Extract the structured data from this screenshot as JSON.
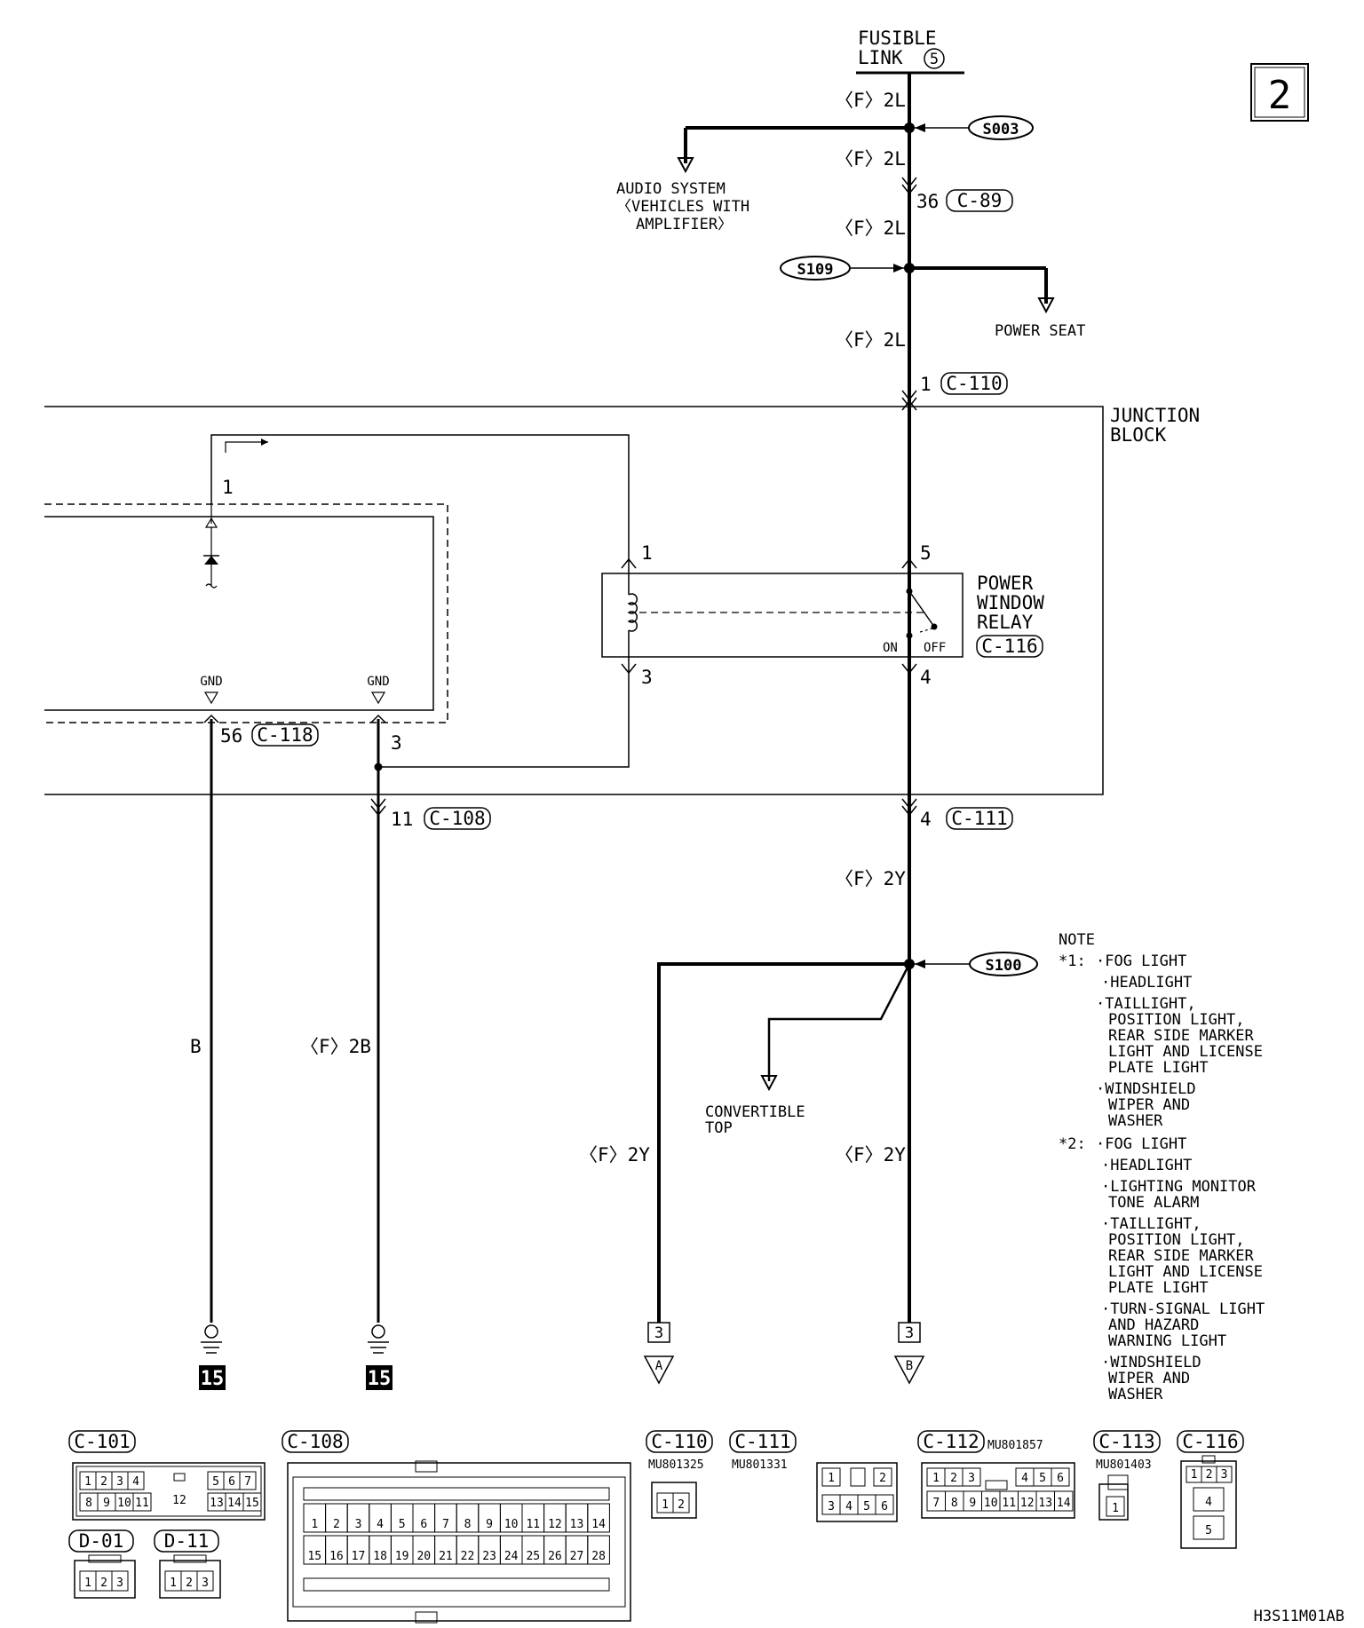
{
  "page": {
    "number": "2",
    "code": "H3S11M01AB"
  },
  "power": {
    "fusible_link_line1": "FUSIBLE",
    "fusible_link_line2": "LINK",
    "fusible_link_num": "5",
    "wire_1": "〈F〉2L",
    "wire_2": "〈F〉2L",
    "wire_3": "〈F〉2L",
    "wire_4": "〈F〉2L",
    "splice_s003": "S003",
    "splice_s109": "S109",
    "splice_s100": "S100",
    "conn_c89_pin": "36",
    "conn_c89": "C-89",
    "audio_line1": "AUDIO SYSTEM",
    "audio_line2": "〈VEHICLES WITH",
    "audio_line3": "AMPLIFIER〉",
    "power_seat": "POWER SEAT",
    "conn_c110_pin": "1",
    "conn_c110": "C-110"
  },
  "junction_block": {
    "line1": "JUNCTION",
    "line2": "BLOCK",
    "pin_1_top": "1",
    "relay_pin_1": "1",
    "relay_pin_3": "3",
    "relay_pin_5": "5",
    "relay_pin_4": "4",
    "relay_line1": "POWER",
    "relay_line2": "WINDOW",
    "relay_line3": "RELAY",
    "relay_conn": "C-116",
    "on_label": "ON",
    "off_label": "OFF",
    "gnd1": "GND",
    "gnd2": "GND",
    "c118_pin": "56",
    "c118": "C-118",
    "pin_3": "3",
    "c108_pin": "11",
    "c108": "C-108",
    "c111_pin": "4",
    "c111": "C-111"
  },
  "wires": {
    "w_2y_top": "〈F〉2Y",
    "w_b": "B",
    "w_2b": "〈F〉2B",
    "w_2y_left": "〈F〉2Y",
    "w_2y_right": "〈F〉2Y",
    "convertible_line1": "CONVERTIBLE",
    "convertible_line2": "TOP",
    "ground_1": "15",
    "ground_2": "15",
    "cont_a_page": "3",
    "cont_a": "A",
    "cont_b_page": "3",
    "cont_b": "B"
  },
  "note": {
    "title": "NOTE",
    "n1_mark": "*1:",
    "n1_items": [
      "·FOG LIGHT",
      "·HEADLIGHT",
      "·TAILLIGHT,",
      "POSITION LIGHT,",
      "REAR SIDE MARKER",
      "LIGHT AND LICENSE",
      "PLATE LIGHT",
      "·WINDSHIELD",
      "WIPER AND",
      "WASHER"
    ],
    "n2_mark": "*2:",
    "n2_items": [
      "·FOG LIGHT",
      "·HEADLIGHT",
      "·LIGHTING MONITOR",
      "TONE ALARM",
      "·TAILLIGHT,",
      "POSITION LIGHT,",
      "REAR SIDE MARKER",
      "LIGHT AND LICENSE",
      "PLATE LIGHT",
      "·TURN-SIGNAL LIGHT",
      "AND HAZARD",
      "WARNING LIGHT",
      "·WINDSHIELD",
      "WIPER AND",
      "WASHER"
    ]
  },
  "connectors": {
    "c101": "C-101",
    "c108": "C-108",
    "c110": "C-110",
    "c110_part": "MU801325",
    "c111": "C-111",
    "c111_part": "MU801331",
    "c112": "C-112",
    "c112_part": "MU801857",
    "c113": "C-113",
    "c113_part": "MU801403",
    "c116": "C-116",
    "d01": "D-01",
    "d11": "D-11",
    "c101_top": [
      "1",
      "2",
      "3",
      "4",
      "5",
      "6",
      "7"
    ],
    "c101_bot": [
      "8",
      "9",
      "10",
      "11",
      "13",
      "14",
      "15"
    ],
    "c101_mid": "12",
    "c108_top": [
      "1",
      "2",
      "3",
      "4",
      "5",
      "6",
      "7",
      "8",
      "9",
      "10",
      "11",
      "12",
      "13",
      "14"
    ],
    "c108_bot": [
      "15",
      "16",
      "17",
      "18",
      "19",
      "20",
      "21",
      "22",
      "23",
      "24",
      "25",
      "26",
      "27",
      "28"
    ],
    "c110_pins": [
      "1",
      "2"
    ],
    "c111_top": [
      "1",
      "2"
    ],
    "c111_bot": [
      "3",
      "4",
      "5",
      "6"
    ],
    "c112_top": [
      "1",
      "2",
      "3",
      "4",
      "5",
      "6"
    ],
    "c112_bot": [
      "7",
      "8",
      "9",
      "10",
      "11",
      "12",
      "13",
      "14"
    ],
    "c113_pin": "1",
    "c116_top": [
      "1",
      "2",
      "3"
    ],
    "c116_mid": "4",
    "c116_bot": "5",
    "d01_pins": [
      "1",
      "2",
      "3"
    ],
    "d11_pins": [
      "1",
      "2",
      "3"
    ]
  }
}
